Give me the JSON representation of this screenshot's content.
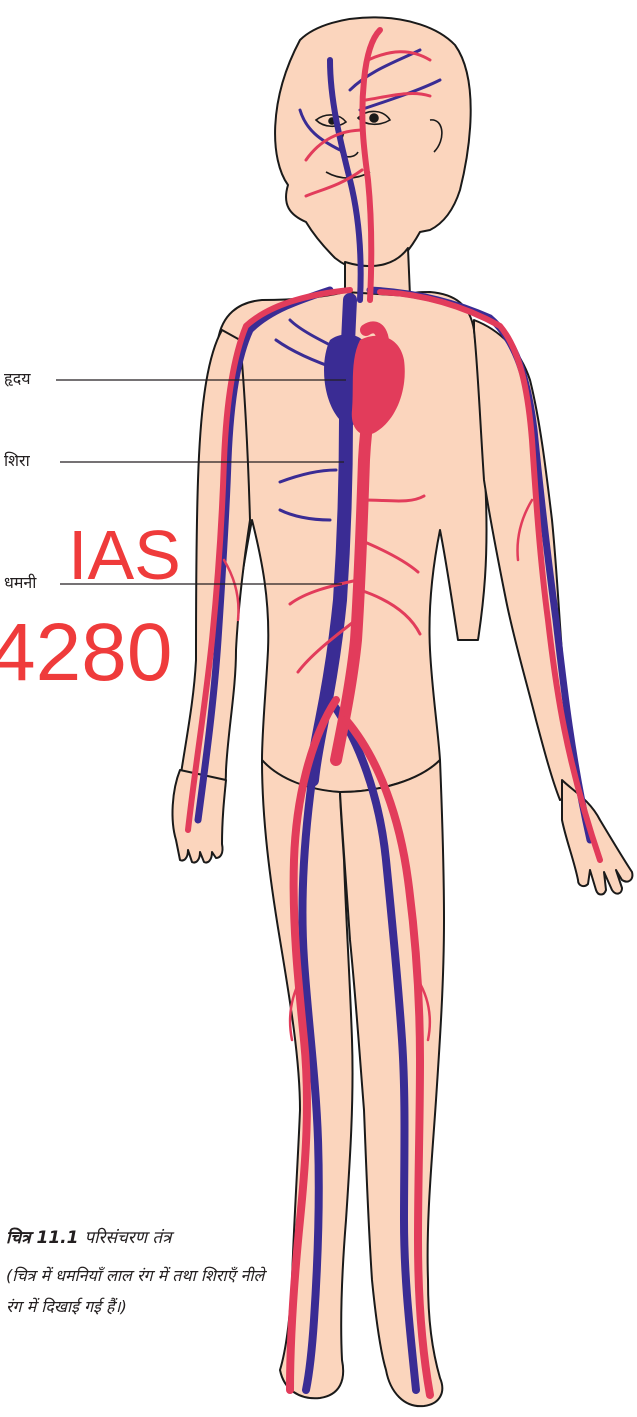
{
  "colors": {
    "skin": "#fbd5bd",
    "outline": "#1a1a1a",
    "artery": "#e23c5b",
    "vein": "#3a2c94",
    "watermark": "#ef3b3b"
  },
  "labels": {
    "heart": "हृदय",
    "vein": "शिरा",
    "artery": "धमनी"
  },
  "watermark": {
    "line1": "IAS",
    "line2": "4280"
  },
  "caption": {
    "figure_number": "चित्र 11.1",
    "title": "परिसंचरण तंत्र",
    "note": "(चित्र में धमनियाँ लाल रंग में तथा शिराएँ नीले रंग में दिखाई गई हैं।)"
  }
}
